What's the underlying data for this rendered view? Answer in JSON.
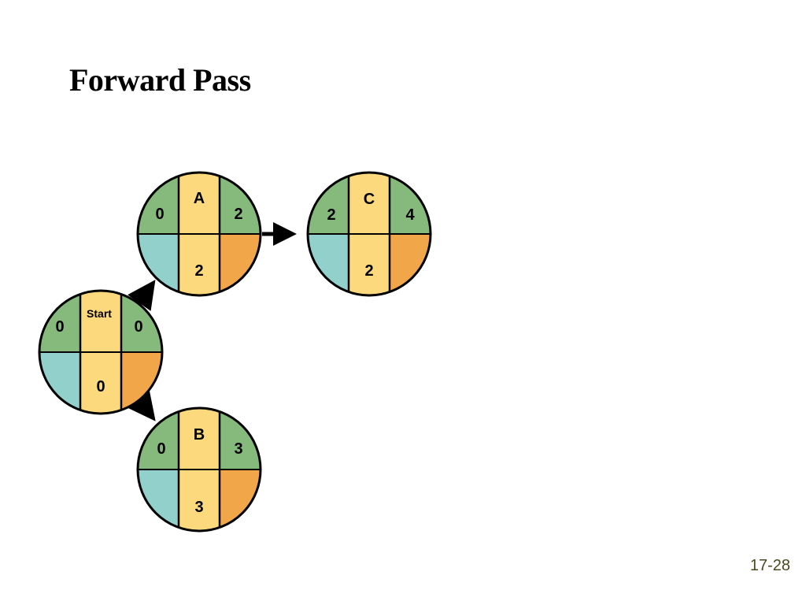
{
  "title": "Forward Pass",
  "page_number": "17-28",
  "colors": {
    "early_quadrant": "#86ba7c",
    "late_quadrant": "#92d1cb",
    "finish_late_quadrant": "#f2a64a",
    "center_band": "#fcd97d",
    "outline": "#000000"
  },
  "nodes": {
    "start": {
      "name": "Start",
      "es": "0",
      "ef": "0",
      "duration": "0"
    },
    "a": {
      "name": "A",
      "es": "0",
      "ef": "2",
      "duration": "2"
    },
    "b": {
      "name": "B",
      "es": "0",
      "ef": "3",
      "duration": "3"
    },
    "c": {
      "name": "C",
      "es": "2",
      "ef": "4",
      "duration": "2"
    }
  }
}
